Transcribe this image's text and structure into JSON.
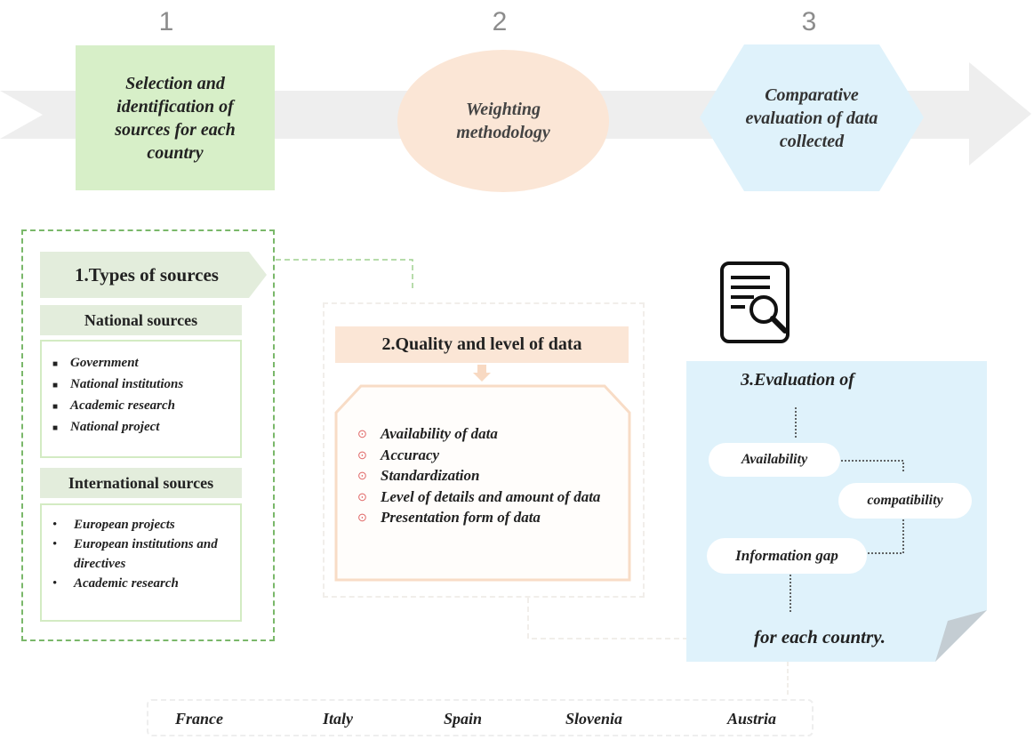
{
  "steps": [
    {
      "number": "1",
      "label": "Selection and identification of sources for each country"
    },
    {
      "number": "2",
      "label": "Weighting methodology"
    },
    {
      "number": "3",
      "label": "Comparative evaluation of data collected"
    }
  ],
  "section1": {
    "title": "1.Types of sources",
    "national": {
      "heading": "National sources",
      "items": [
        "Government",
        "National institutions",
        "Academic research",
        "National project"
      ]
    },
    "international": {
      "heading": "International sources",
      "items": [
        "European projects",
        "European institutions and directives",
        "Academic research"
      ]
    }
  },
  "section2": {
    "title": "2.Quality and level of data",
    "items": [
      "Availability of data",
      "Accuracy",
      "Standardization",
      "Level of details and amount of data",
      "Presentation form of data"
    ]
  },
  "section3": {
    "title": "3.Evaluation of",
    "availability": "Availability",
    "compatibility": "compatibility",
    "gap": "Information gap",
    "footer": "for each country."
  },
  "countries": [
    "France",
    "Italy",
    "Spain",
    "Slovenia",
    "Austria"
  ],
  "colors": {
    "arrow": "#eeeeee",
    "green_box": "#d7efc8",
    "peach_ellipse": "#fbe6d6",
    "blue_hex": "#dff2fb",
    "header_green": "#e3eddc",
    "bullet_red": "#e06666"
  },
  "icons": {
    "document": "document-search-icon"
  }
}
